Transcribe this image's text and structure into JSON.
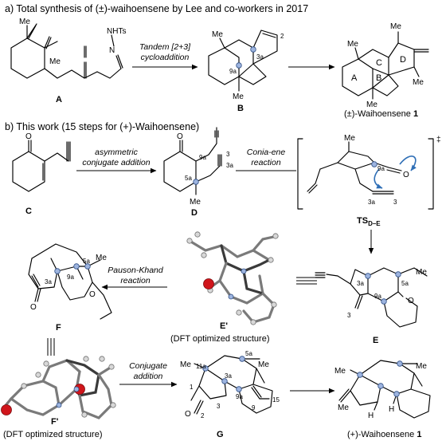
{
  "section_a": {
    "heading": "a) Total synthesis of (±)-waihoensene by Lee and co-workers in 2017",
    "arrow1_line1": "Tandem [2+3]",
    "arrow1_line2": "cycloaddition",
    "compound_A": "A",
    "compound_B": "B",
    "product_name": "(±)-Waihoensene",
    "product_num": "1",
    "atoms": {
      "me": "Me",
      "nhts": "NHTs",
      "n": "N"
    },
    "ring_letters": {
      "A": "A",
      "B": "B",
      "C": "C",
      "D": "D"
    },
    "locants": {
      "c2": "2",
      "c3a": "3a",
      "c9a": "9a"
    }
  },
  "section_b": {
    "heading": "b) This work (15 steps for (+)-Waihoensene)",
    "arrow_asym_line1": "asymmetric",
    "arrow_asym_line2": "conjugate addition",
    "arrow_conia_line1": "Conia-ene",
    "arrow_conia_line2": "reaction",
    "arrow_pk_line1": "Pauson-Khand",
    "arrow_pk_line2": "reaction",
    "arrow_conj_line1": "Conjugate",
    "arrow_conj_line2": "addition",
    "compound_C": "C",
    "compound_D": "D",
    "compound_E": "E",
    "compound_E_prime": "E'",
    "compound_F": "F",
    "compound_F_prime": "F'",
    "compound_G": "G",
    "ts_label": "TS",
    "ts_sub": "D–E",
    "dagger": "‡",
    "dft_caption_E": "(DFT optimized structure)",
    "dft_caption_F": "(DFT optimized structure)",
    "product_name": "(+)-Waihoensene",
    "product_num": "1",
    "atoms": {
      "me": "Me",
      "o": "O",
      "h": "H"
    },
    "locants": {
      "c1": "1",
      "c2": "2",
      "c3": "3",
      "c3a": "3a",
      "c5a": "5a",
      "c9": "9",
      "c9a": "9a",
      "c11a": "11a",
      "c15": "15"
    }
  }
}
